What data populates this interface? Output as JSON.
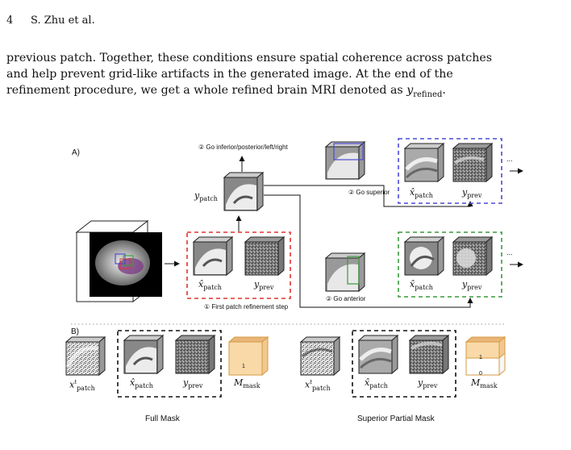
{
  "header": {
    "page_number": "4",
    "author": "S. Zhu et al."
  },
  "body_text": {
    "line1": "previous patch. Together, these conditions ensure spatial coherence across patches",
    "line2": "and help prevent grid-like artifacts in the generated image. At the end of the",
    "line3_prefix": "refinement procedure, we get a whole refined brain MRI denoted as ",
    "line3_math": "y",
    "line3_sub": "refined",
    "line3_suffix": "."
  },
  "figure": {
    "panel_a_label": "A)",
    "panel_b_label": "B)",
    "go_inferior": "② Go inferior/posterior/left/right",
    "go_superior": "② Go superior",
    "go_anterior": "② Go anterior",
    "first_step": "① First patch refinement step",
    "y_patch": "y",
    "y_patch_sub": "patch",
    "x_hat_patch": "x̂",
    "x_hat_patch_sub": "patch",
    "y_prev": "y",
    "y_prev_sub": "prev",
    "x_t_patch": "x",
    "x_t_sup": "t",
    "x_t_patch_sub": "patch",
    "m_mask": "M",
    "m_mask_sub": "mask",
    "ellipsis": "...",
    "mask_one": "1",
    "mask_zero": "0",
    "full_mask_caption": "Full Mask",
    "partial_mask_caption": "Superior Partial Mask",
    "colors": {
      "red_box": "#e0332f",
      "blue_box": "#4b4bd6",
      "green_box": "#3a9a3a",
      "mask_fill": "#f9d9a8",
      "mask_top": "#e9b67a"
    }
  }
}
